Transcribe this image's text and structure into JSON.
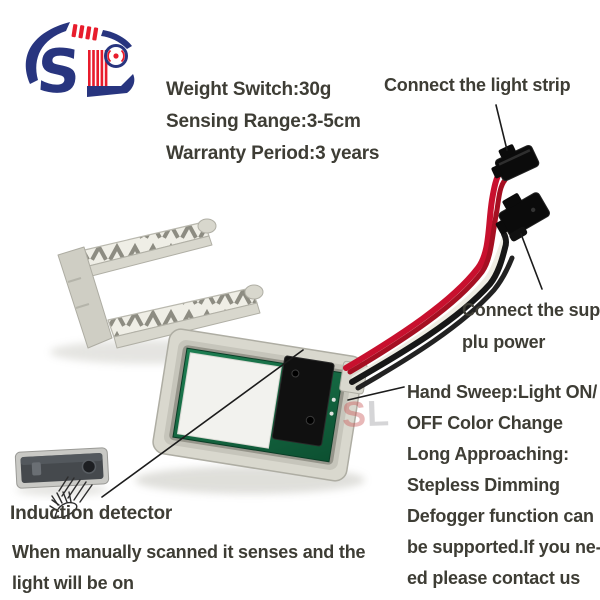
{
  "logo": {
    "letter_s": "S",
    "letter_l": "L",
    "blue": "#28357f",
    "red": "#e81c2c"
  },
  "specs": {
    "lines": [
      "Weight Switch:30g",
      "Sensing Range:3-5cm",
      "Warranty Period:3 years"
    ]
  },
  "labels": {
    "light_strip": "Connect the light strip",
    "supply_line1": "Connect the sup-",
    "supply_line2": "plu power",
    "induction": "Induction detector",
    "note_line1": "When manually scanned it senses and the",
    "note_line2": "light will be on"
  },
  "features": {
    "lines": [
      "Hand Sweep:Light ON/",
      "OFF Color Change",
      "Long Approaching:",
      "Stepless Dimming",
      "Defogger function can",
      "be supported.If you ne-",
      "ed please contact us"
    ]
  },
  "watermark": {
    "s": "S",
    "l": "L"
  },
  "colors": {
    "text": "#3e3d35",
    "housing_beige": "#d8d7cd",
    "pcb_green": "#156b43",
    "wire_red": "#c8102e",
    "wire_black": "#171717",
    "logo_blue": "#28357f",
    "logo_red": "#e81c2c"
  }
}
